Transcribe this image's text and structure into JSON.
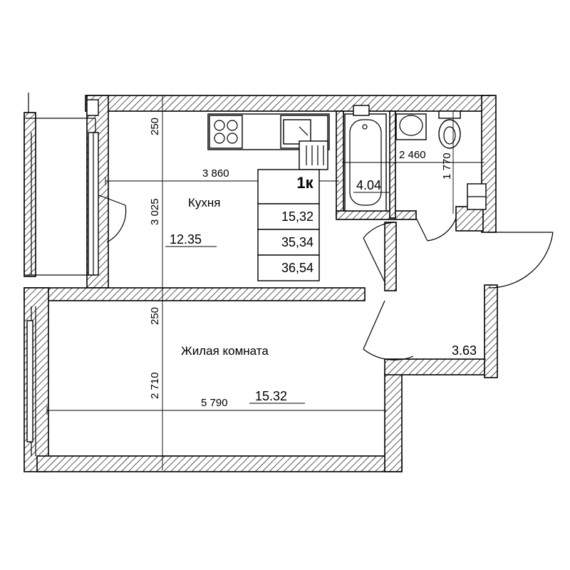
{
  "apartment_type": "1к",
  "summary_areas": [
    "15,32",
    "35,34",
    "36,54"
  ],
  "rooms": {
    "kitchen": {
      "name": "Кухня",
      "area": "12.35"
    },
    "living": {
      "name": "Жилая комната",
      "area": "15.32"
    },
    "bathroom": {
      "area": "4.04"
    },
    "hallway": {
      "area": "3.63"
    }
  },
  "dimensions": {
    "kitchen_width": "3 860",
    "kitchen_depth": "3 025",
    "kitchen_top_offset": "250",
    "living_top_offset": "250",
    "living_depth": "2 710",
    "living_width": "5 790",
    "bathroom_width": "2 460",
    "bathroom_depth": "1 770"
  }
}
